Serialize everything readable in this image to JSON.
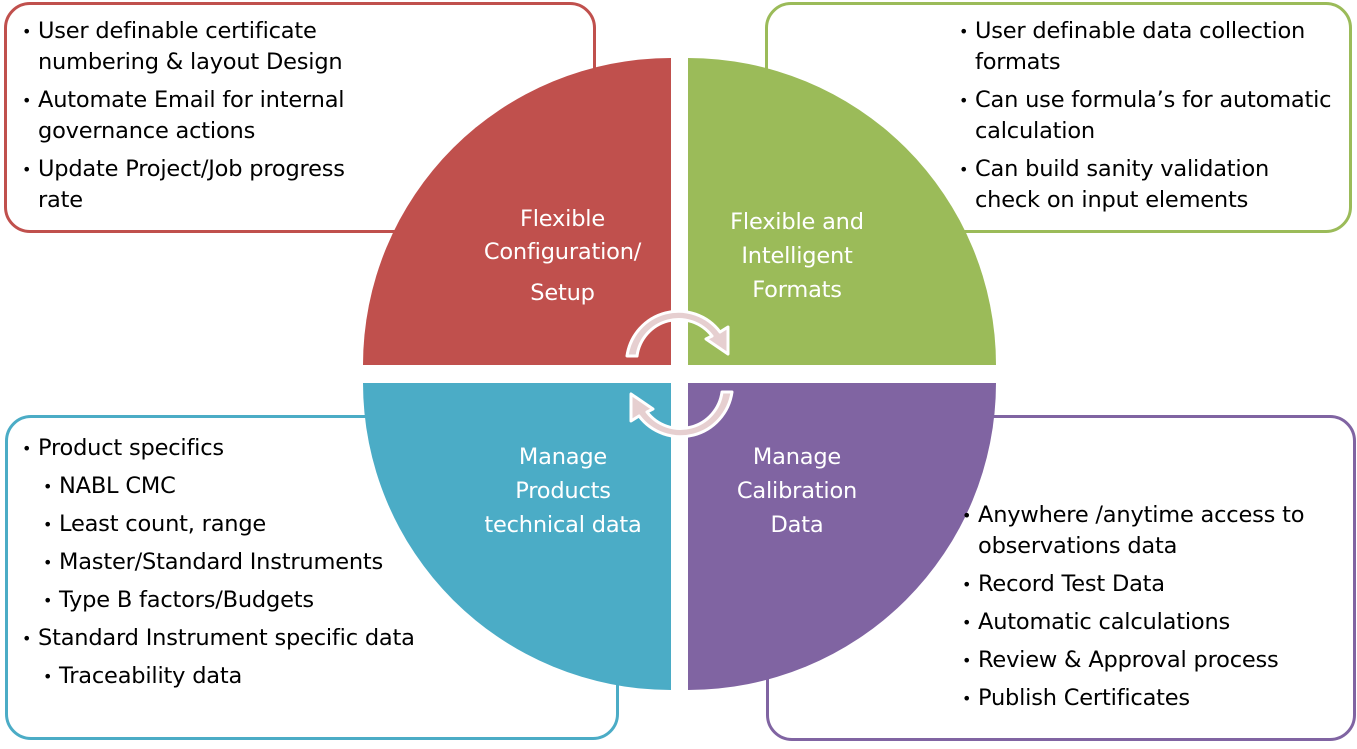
{
  "diagram": {
    "type": "four-quadrant cycle",
    "colors": {
      "red": "#C0504D",
      "green": "#9BBB59",
      "blue": "#4BACC6",
      "purple": "#8064A2",
      "arrow": "#E6CFD0"
    },
    "quadrants": {
      "top_left": {
        "label_lines": [
          "Flexible",
          "Configuration/",
          "Setup"
        ],
        "items": [
          {
            "text": "User definable certificate numbering & layout Design",
            "level": 1
          },
          {
            "text": "Automate Email for internal governance actions",
            "level": 1
          },
          {
            "text": "Update Project/Job progress rate",
            "level": 1
          }
        ]
      },
      "top_right": {
        "label_lines": [
          "Flexible and",
          "Intelligent",
          "Formats"
        ],
        "items": [
          {
            "text": "User definable data collection formats",
            "level": 1
          },
          {
            "text": "Can use formula’s for automatic calculation",
            "level": 1
          },
          {
            "text": "Can build sanity validation check on input elements",
            "level": 1
          }
        ]
      },
      "bottom_left": {
        "label_lines": [
          "Manage",
          "Products",
          "technical data"
        ],
        "items": [
          {
            "text": "Product specifics",
            "level": 1
          },
          {
            "text": "NABL CMC",
            "level": 2
          },
          {
            "text": "Least count, range",
            "level": 2
          },
          {
            "text": "Master/Standard Instruments",
            "level": 2
          },
          {
            "text": "Type B factors/Budgets",
            "level": 2
          },
          {
            "text": "Standard Instrument specific data",
            "level": 1
          },
          {
            "text": "Traceability data",
            "level": 2
          }
        ]
      },
      "bottom_right": {
        "label_lines": [
          "Manage",
          "Calibration",
          "Data"
        ],
        "items": [
          {
            "text": "Anywhere /anytime access to observations data",
            "level": 1
          },
          {
            "text": "Record Test Data",
            "level": 1
          },
          {
            "text": "Automatic calculations",
            "level": 1
          },
          {
            "text": "Review & Approval process",
            "level": 1
          },
          {
            "text": "Publish Certificates",
            "level": 1
          }
        ]
      }
    },
    "bullet_glyph": "•",
    "center_icon": "circular-arrows-icon"
  }
}
